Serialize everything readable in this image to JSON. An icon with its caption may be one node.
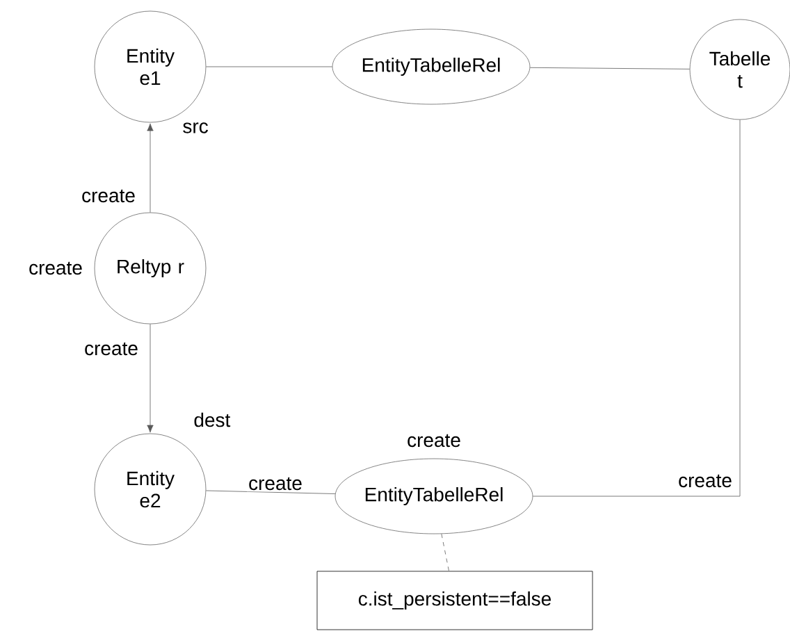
{
  "diagram": {
    "nodes": [
      {
        "text": [
          "Entity e1"
        ]
      },
      {
        "text": [
          "EntityTabelleRel"
        ]
      },
      {
        "text": [
          "Tabelle t"
        ]
      },
      {
        "text": [
          "Reltyp r"
        ],
        "beside": [
          "create"
        ]
      },
      {
        "text": [
          "Entity e2"
        ]
      },
      {
        "text": [
          "EntityTabelleRel"
        ],
        "beside": [
          "create"
        ]
      },
      {
        "text": [
          "c.ist_persistent==false"
        ]
      }
    ],
    "edges": [
      {
        "from": 0,
        "to": 1,
        "arrow": "none"
      },
      {
        "from": 1,
        "to": 2,
        "arrow": "none"
      },
      {
        "from": 3,
        "to": 0,
        "arrow": "to",
        "label": "src"
      },
      {
        "from": 3,
        "to": 4,
        "arrow": "to",
        "label": "dest"
      },
      {
        "from": 4,
        "to": 5,
        "arrow": "none",
        "label": "create"
      },
      {
        "from": 5,
        "to": 2,
        "arrow": "none",
        "label": "create"
      },
      {
        "from": 5,
        "to": 6,
        "arrow": "none",
        "style": "dashed"
      }
    ],
    "labels": [
      "create",
      "create"
    ]
  }
}
